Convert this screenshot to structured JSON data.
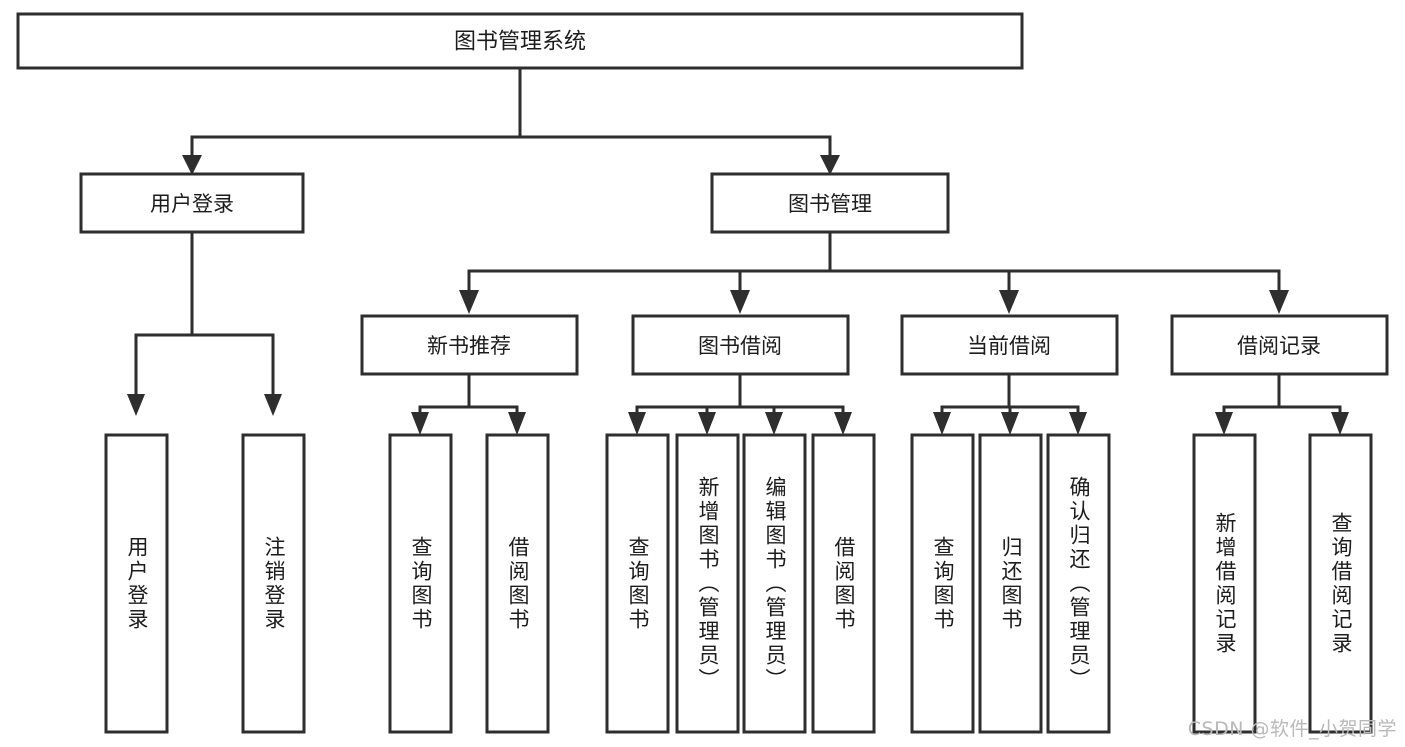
{
  "diagram": {
    "title": "图书管理系统",
    "watermark": "CSDN @软件_小贺同学",
    "type": "tree-hierarchy",
    "orientation": "top-down",
    "colors": {
      "node_fill": "#ffffff",
      "node_stroke": "#2e2e2e",
      "text": "#1c1c1c",
      "background": "#ffffff",
      "watermark": "#b9b9b9"
    },
    "levels": {
      "root": {
        "label": "图书管理系统"
      },
      "level2": [
        {
          "label": "用户登录"
        },
        {
          "label": "图书管理"
        }
      ],
      "level3": [
        {
          "label": "新书推荐"
        },
        {
          "label": "图书借阅"
        },
        {
          "label": "当前借阅"
        },
        {
          "label": "借阅记录"
        }
      ],
      "leaves": [
        {
          "label": "用户登录",
          "parent": "用户登录"
        },
        {
          "label": "注销登录",
          "parent": "用户登录"
        },
        {
          "label": "查询图书",
          "parent": "新书推荐"
        },
        {
          "label": "借阅图书",
          "parent": "新书推荐"
        },
        {
          "label": "查询图书",
          "parent": "图书借阅"
        },
        {
          "label": "新增图书（管理员）",
          "parent": "图书借阅"
        },
        {
          "label": "编辑图书（管理员）",
          "parent": "图书借阅"
        },
        {
          "label": "借阅图书",
          "parent": "图书借阅"
        },
        {
          "label": "查询图书",
          "parent": "当前借阅"
        },
        {
          "label": "归还图书",
          "parent": "当前借阅"
        },
        {
          "label": "确认归还（管理员）",
          "parent": "当前借阅"
        },
        {
          "label": "新增借阅记录",
          "parent": "借阅记录"
        },
        {
          "label": "查询借阅记录",
          "parent": "借阅记录"
        }
      ]
    }
  }
}
